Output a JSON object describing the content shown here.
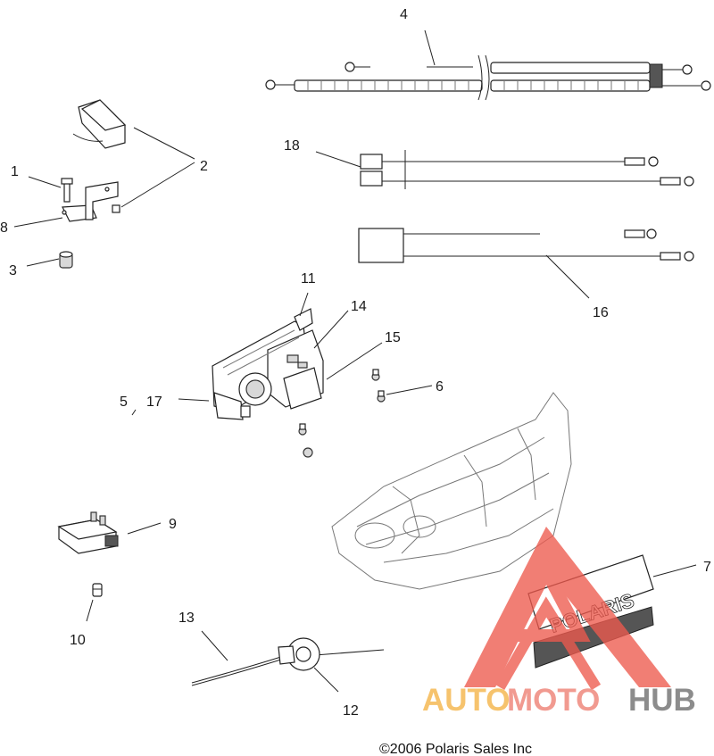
{
  "callouts": {
    "c1": "1",
    "c2": "2",
    "c3": "3",
    "c4": "4",
    "c5": "5",
    "c6": "6",
    "c7": "7",
    "c8": "8",
    "c9": "9",
    "c10": "10",
    "c11": "11",
    "c12": "12",
    "c13": "13",
    "c14": "14",
    "c15": "15",
    "c16": "16",
    "c17": "17",
    "c18": "18"
  },
  "copyright": "©2006 Polaris Sales Inc",
  "watermark": {
    "auto": "AUTO",
    "moto": "MOTO",
    "hub": "HUB",
    "triangle_color": "#ee5a4e",
    "auto_color": "#f6c36d",
    "hub_color": "#8c8c8c"
  },
  "decal_text": "POLARIS"
}
